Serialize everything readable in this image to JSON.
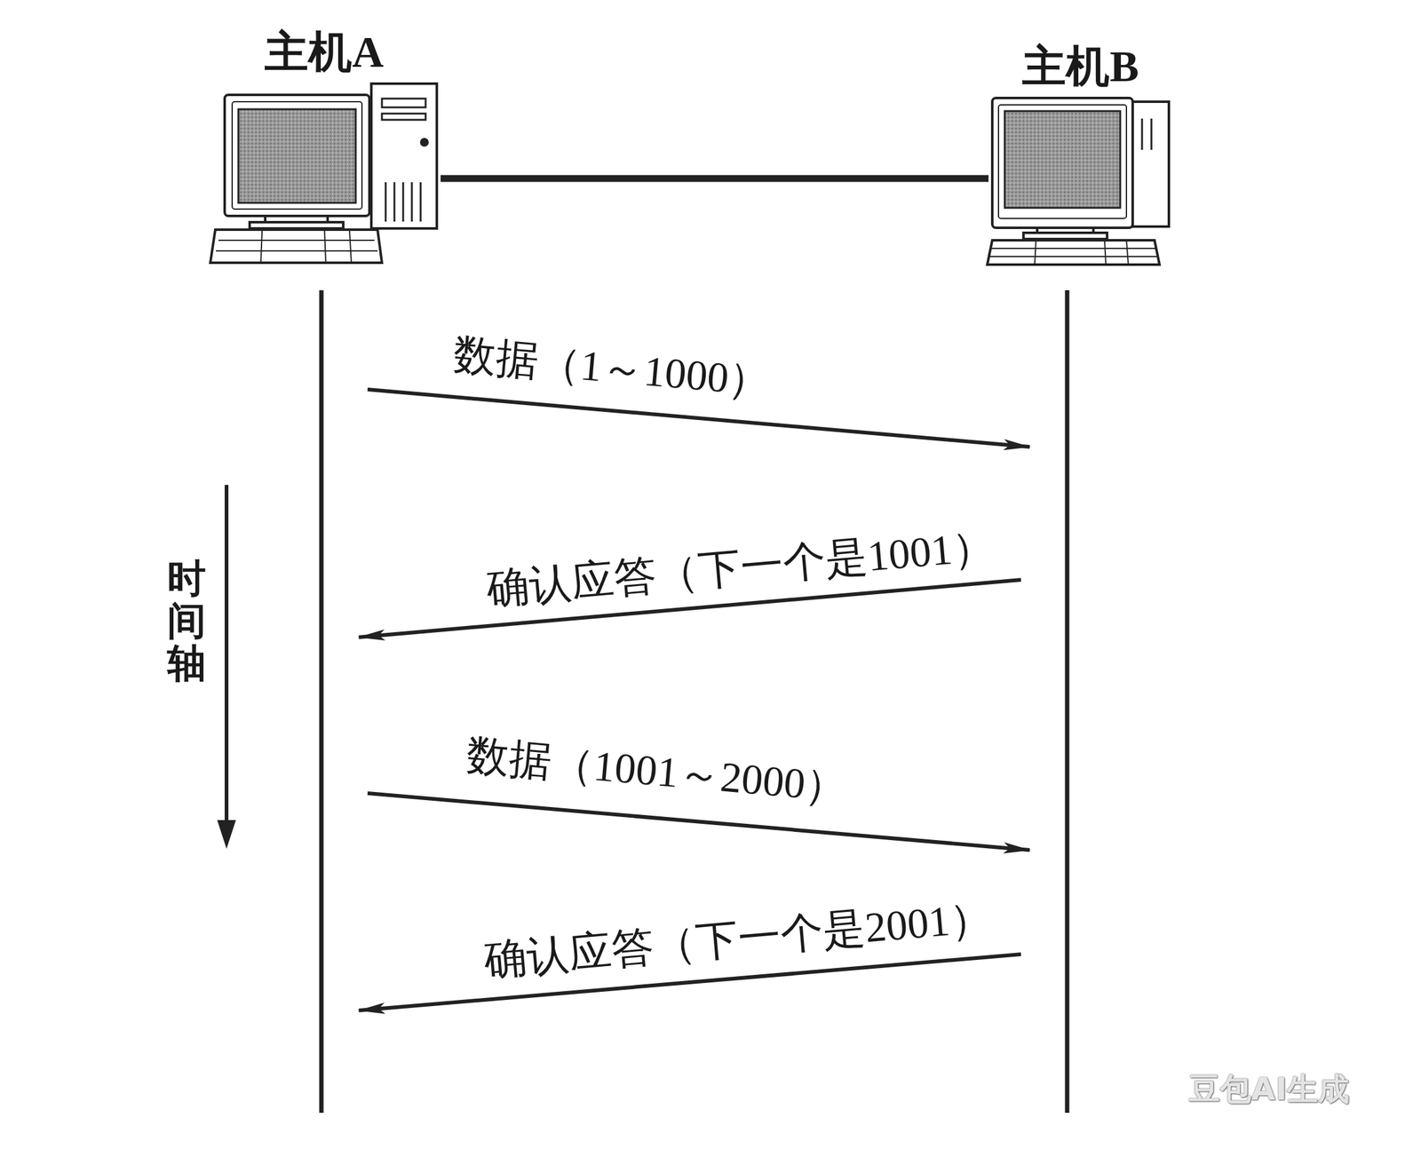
{
  "diagram": {
    "nodes": [
      {
        "text": [
          "主机A"
        ]
      },
      {
        "text": [
          "主机B"
        ]
      }
    ],
    "edges": [
      {
        "from": 0,
        "to": 1,
        "arrow": "none"
      },
      {
        "from": 0,
        "to": 1,
        "arrow": "to",
        "label": "数据（1～1000）"
      },
      {
        "from": 1,
        "to": 0,
        "arrow": "to",
        "label": "确认应答（下一个是1001）"
      },
      {
        "from": 0,
        "to": 1,
        "arrow": "to",
        "label": "数据（1001～2000）"
      },
      {
        "from": 1,
        "to": 0,
        "arrow": "to",
        "label": "确认应答（下一个是2001）"
      }
    ],
    "labels": [
      "时间轴",
      "豆包AI生成"
    ]
  }
}
